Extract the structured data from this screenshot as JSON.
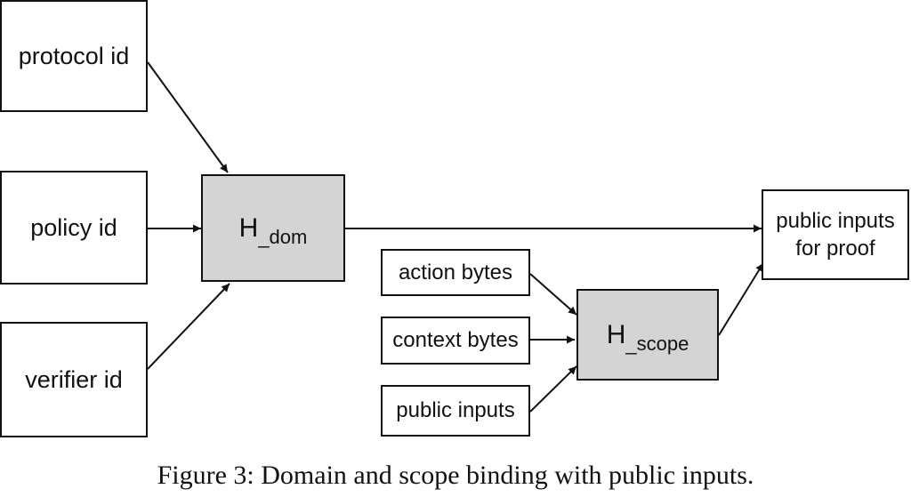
{
  "inputs": {
    "protocol_id": "protocol id",
    "policy_id": "policy id",
    "verifier_id": "verifier id"
  },
  "h_dom": {
    "main": "H",
    "sub": "_dom"
  },
  "scope_inputs": {
    "action_bytes": "action bytes",
    "context_bytes": "context bytes",
    "public_inputs": "public inputs"
  },
  "h_scope": {
    "main": "H",
    "sub": "_scope"
  },
  "output": {
    "line1": "public inputs",
    "line2": "for proof"
  },
  "caption": "Figure 3: Domain and scope binding with public inputs.",
  "colors": {
    "hash_fill": "#d4d4d4",
    "stroke": "#111111"
  }
}
